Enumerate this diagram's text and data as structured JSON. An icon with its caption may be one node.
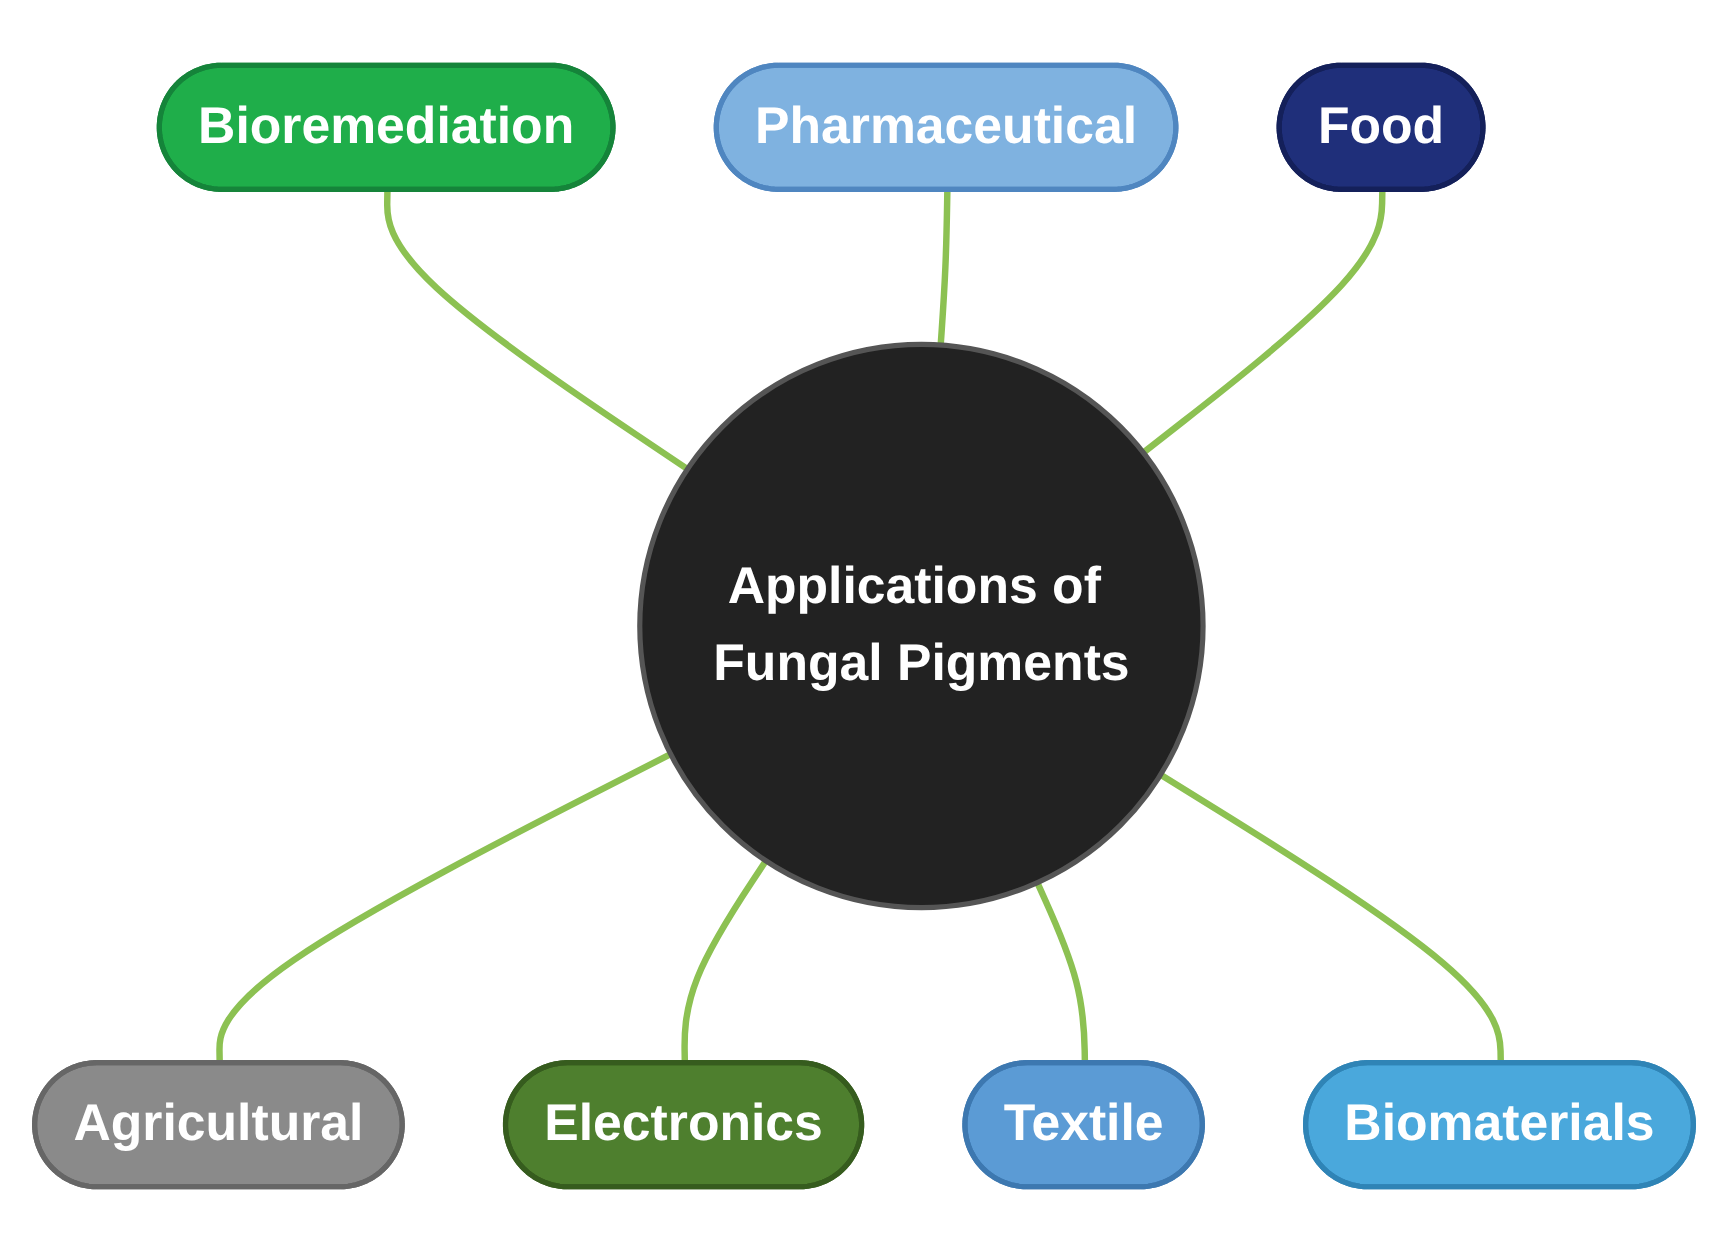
{
  "diagram": {
    "nodes": [
      {
        "text": [
          "Pharmaceutical"
        ]
      },
      {
        "text": [
          "Food"
        ]
      },
      {
        "text": [
          "Bioremediation"
        ]
      },
      {
        "text": [
          "Applications of Fungal Pigments"
        ]
      },
      {
        "text": [
          "Agricultural"
        ]
      },
      {
        "text": [
          "Biomaterials"
        ]
      },
      {
        "text": [
          "Textile"
        ]
      },
      {
        "text": [
          "Electronics"
        ]
      }
    ],
    "edges": [
      {
        "from": 2,
        "to": 3,
        "arrow": "none"
      },
      {
        "from": 0,
        "to": 3,
        "arrow": "none"
      },
      {
        "from": 1,
        "to": 3,
        "arrow": "none"
      },
      {
        "from": 3,
        "to": 4,
        "arrow": "none"
      },
      {
        "from": 3,
        "to": 7,
        "arrow": "none"
      },
      {
        "from": 3,
        "to": 6,
        "arrow": "none"
      },
      {
        "from": 3,
        "to": 5,
        "arrow": "none"
      }
    ]
  }
}
